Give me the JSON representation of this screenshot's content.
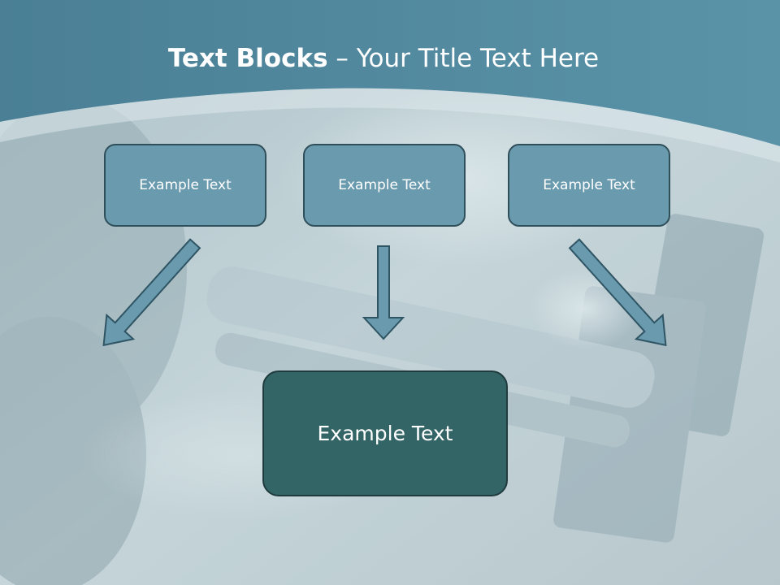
{
  "slide": {
    "title_bold": "Text Blocks",
    "title_separator": " – ",
    "title_rest": "Your Title Text Here",
    "boxes": [
      {
        "label": "Example Text"
      },
      {
        "label": "Example Text"
      },
      {
        "label": "Example Text"
      }
    ],
    "main_box": {
      "label": "Example Text"
    }
  },
  "colors": {
    "header_band": "#4f8499",
    "small_box_fill": "#6a9aad",
    "main_box_fill": "#336466",
    "arrow_fill": "#6a9aad",
    "arrow_outline": "#2f5565"
  }
}
